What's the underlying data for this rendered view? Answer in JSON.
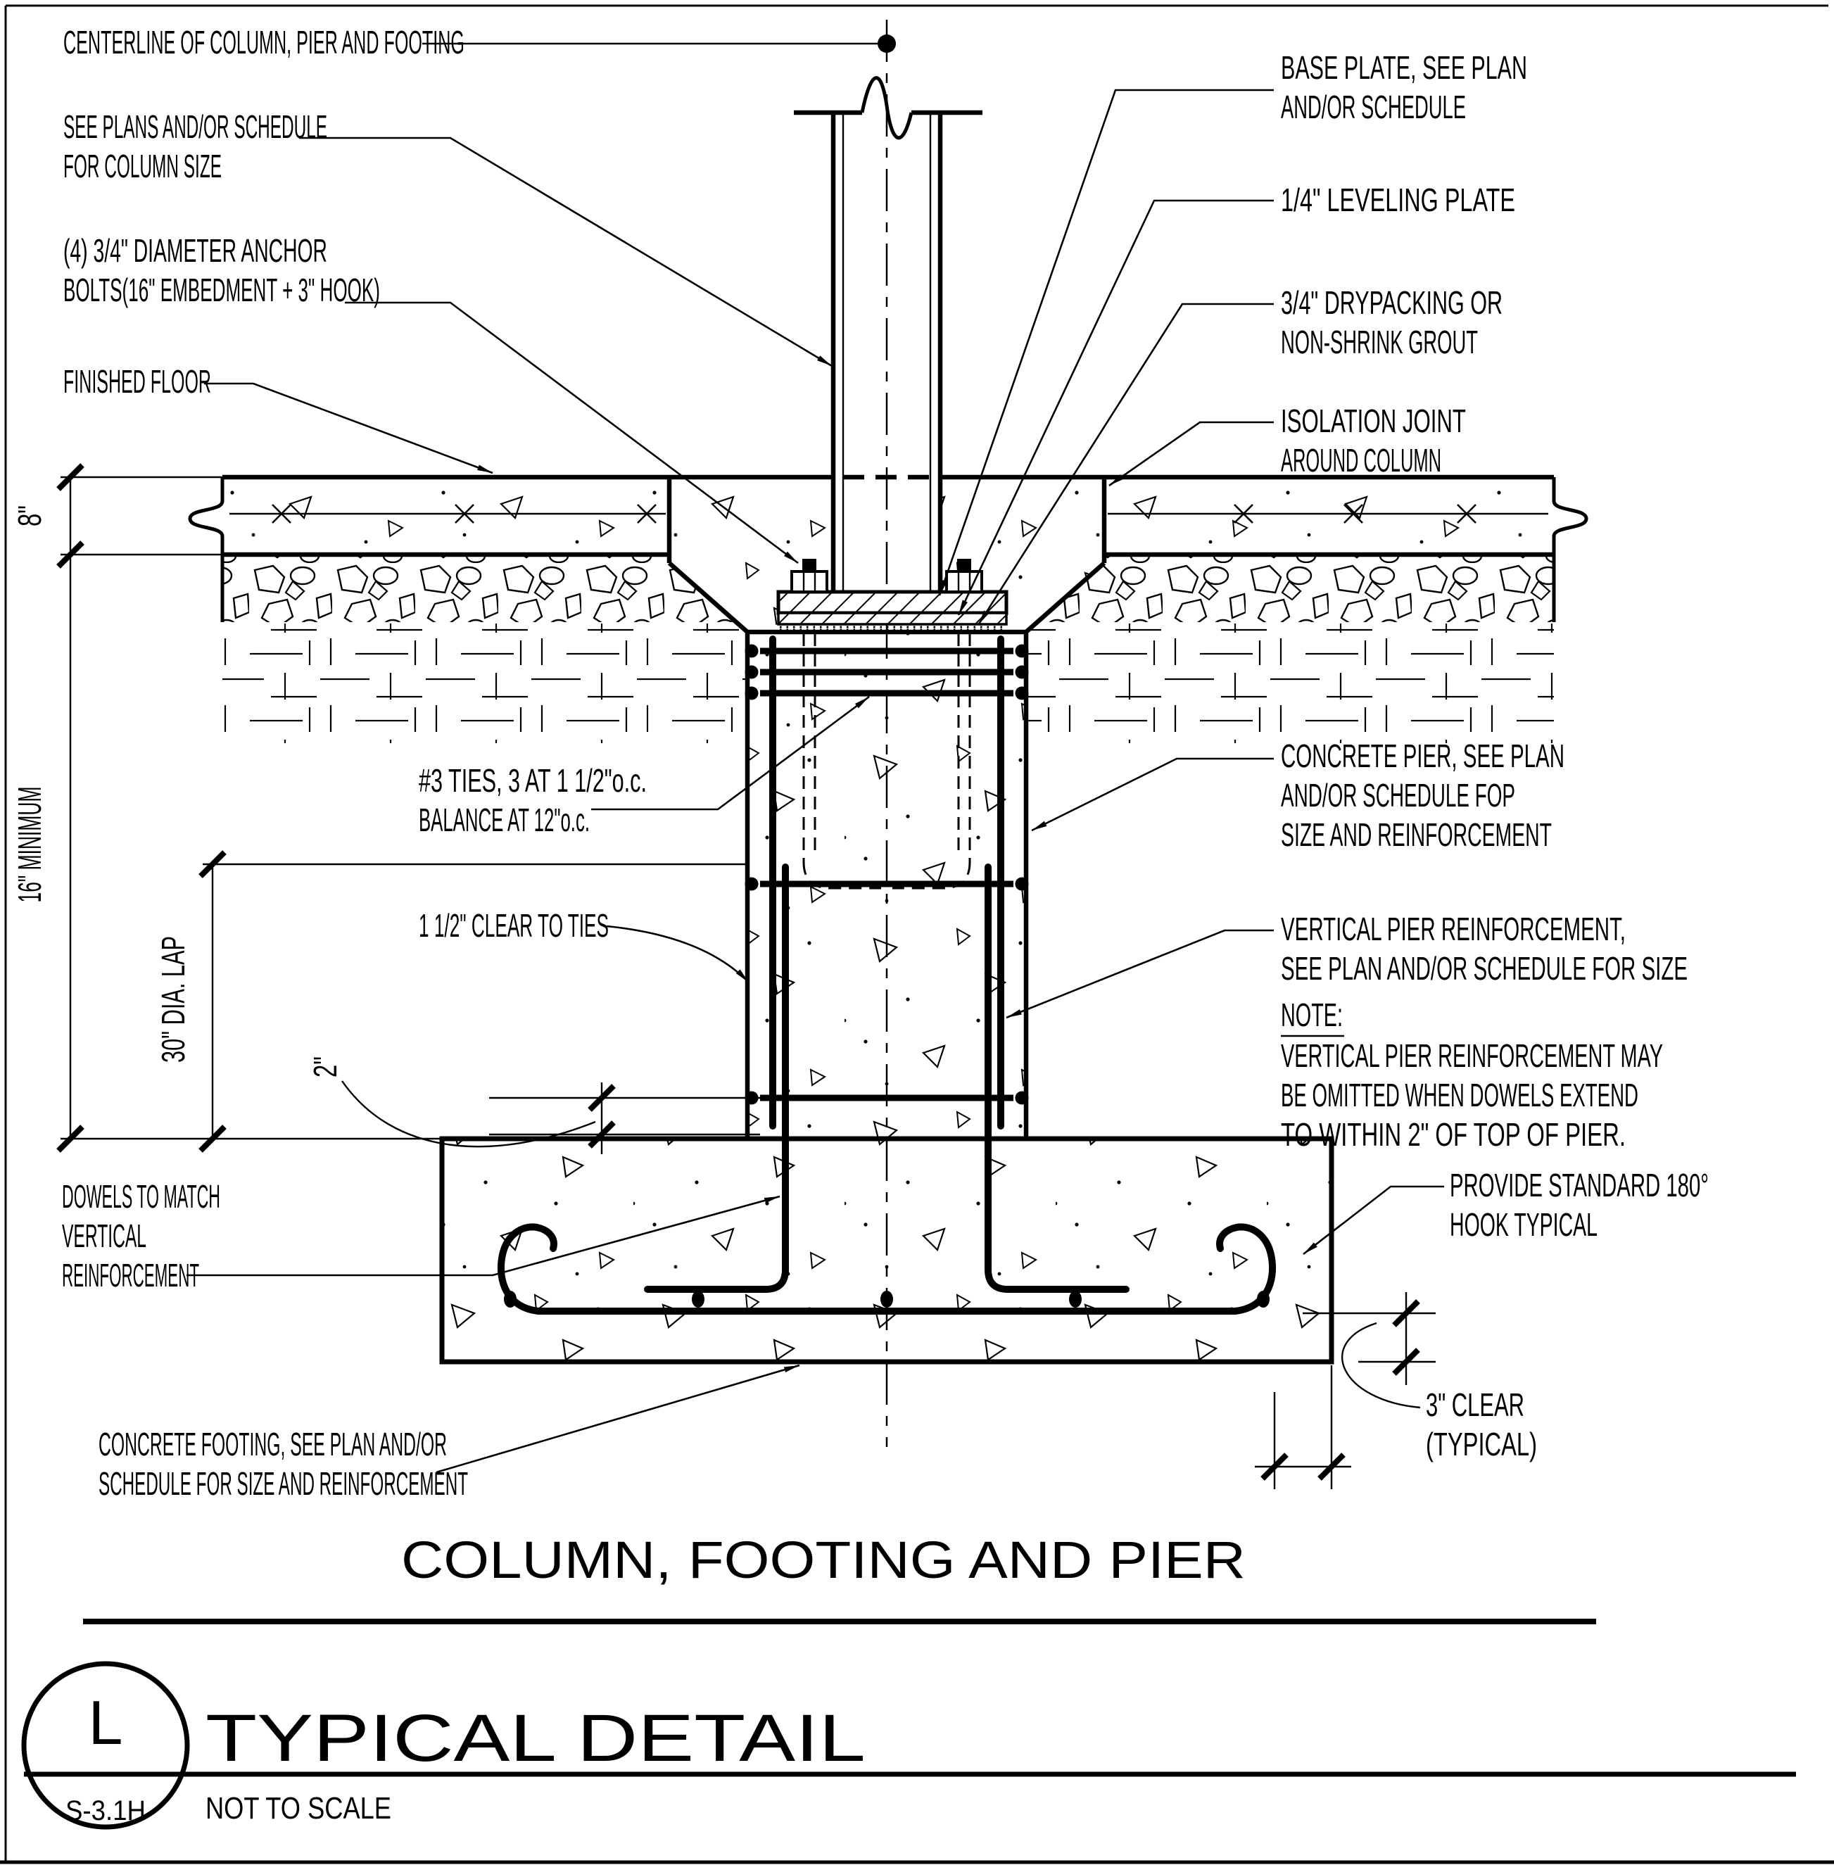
{
  "drawing": {
    "labels": {
      "centerline": "CENTERLINE OF COLUMN, PIER AND FOOTING",
      "see_plans_1": "SEE PLANS AND/OR SCHEDULE",
      "see_plans_2": "FOR COLUMN SIZE",
      "anchor_bolts_1": "(4) 3/4\" DIAMETER  ANCHOR",
      "anchor_bolts_2": "BOLTS(16\" EMBEDMENT + 3\" HOOK)",
      "finished_floor": "FINISHED FLOOR",
      "base_plate_1": "BASE PLATE, SEE PLAN",
      "base_plate_2": "AND/OR SCHEDULE",
      "leveling_plate": "1/4\" LEVELING PLATE",
      "drypacking_1": "3/4\" DRYPACKING OR",
      "drypacking_2": "NON-SHRINK GROUT",
      "isolation_1": "ISOLATION JOINT",
      "isolation_2": "AROUND COLUMN",
      "ties_1": "#3 TIES, 3 AT 1 1/2\"o.c.",
      "ties_2": "BALANCE AT 12\"o.c.",
      "clear_to_ties": "1 1/2\" CLEAR TO TIES",
      "concrete_pier_1": "CONCRETE PIER, SEE PLAN",
      "concrete_pier_2": "AND/OR SCHEDULE FOP",
      "concrete_pier_3": "SIZE AND REINFORCEMENT",
      "vert_reinf_1": "VERTICAL PIER REINFORCEMENT,",
      "vert_reinf_2": "SEE PLAN AND/OR SCHEDULE FOR SIZE",
      "note_title": "NOTE:",
      "note_1": "VERTICAL PIER REINFORCEMENT MAY",
      "note_2": "BE OMITTED WHEN DOWELS EXTEND",
      "note_3": "TO WITHIN 2\" OF TOP OF PIER.",
      "dowels_1": "DOWELS TO MATCH",
      "dowels_2": "VERTICAL",
      "dowels_3": "REINFORCEMENT",
      "footing_1": "CONCRETE FOOTING, SEE PLAN AND/OR",
      "footing_2": "SCHEDULE FOR SIZE AND REINFORCEMENT",
      "hook_1": "PROVIDE STANDARD 180°",
      "hook_2": "HOOK TYPICAL",
      "clear3_1": "3\" CLEAR",
      "clear3_2": "(TYPICAL)"
    },
    "dimensions": {
      "slab_thickness": "8\"",
      "pier_minimum": "16\" MINIMUM",
      "lap": "30\" DIA. LAP",
      "two_inch": "2\""
    },
    "title": "COLUMN, FOOTING AND PIER",
    "titleblock": {
      "detail_letter": "L",
      "sheet_number": "S-3.1H",
      "detail_name": "TYPICAL DETAIL",
      "scale_note": "NOT TO SCALE"
    },
    "colors": {
      "ink": "#000000",
      "paper": "#ffffff"
    }
  }
}
